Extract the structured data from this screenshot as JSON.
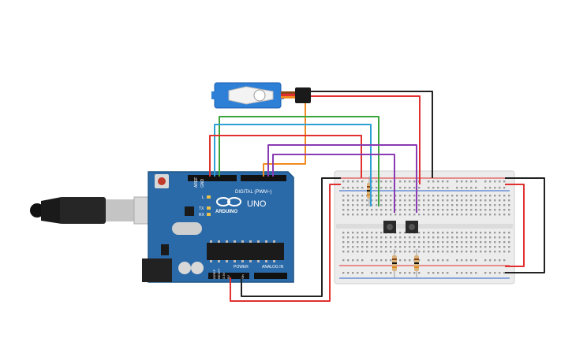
{
  "board": {
    "brand": "ARDUINO",
    "model": "UNO",
    "digital_label": "DIGITAL (PWM~)",
    "analog_label": "ANALOG IN",
    "power_label": "POWER",
    "aref": "AREF",
    "gnd": "GND",
    "led_l": "L",
    "led_tx": "TX",
    "led_rx": "RX",
    "ioref": "IOREF",
    "reset": "RESET",
    "v33": "3.3V",
    "v5": "5V",
    "vin": "Vin"
  },
  "colors": {
    "board": "#2b6aa8",
    "board_edge": "#1f5586",
    "servo": "#2e7fd6",
    "wire_red": "#e03030",
    "wire_black": "#222222",
    "wire_green": "#3aa53a",
    "wire_blue": "#2fa0d6",
    "wire_purple": "#8a3ab3",
    "wire_orange": "#f08a20",
    "breadboard": "#ececec",
    "rail_red": "#e03030",
    "rail_blue": "#2a5fc8"
  },
  "icons": {
    "usb": "usb-cable-icon",
    "servo": "servo-motor-icon",
    "button": "push-button-icon",
    "resistor": "resistor-icon",
    "logo": "arduino-infinity-logo"
  }
}
